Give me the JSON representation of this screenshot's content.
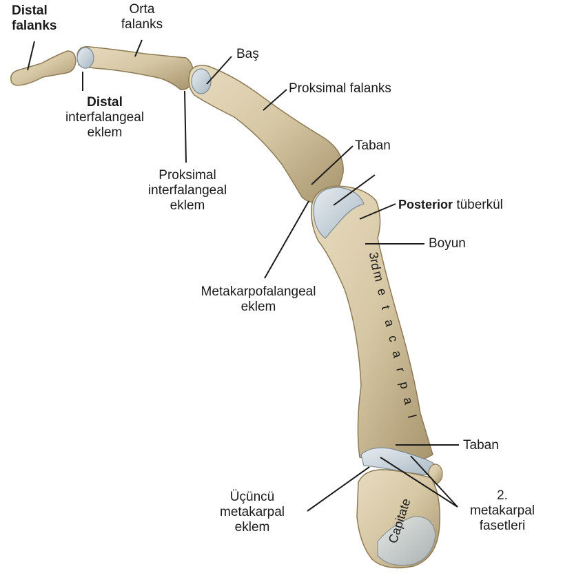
{
  "labels": {
    "distal_falanks": [
      "Distal",
      "falanks"
    ],
    "orta_falanks": [
      "Orta",
      "falanks"
    ],
    "bas": "Baş",
    "proksimal_falanks": "Proksimal falanks",
    "distal_if_eklem": [
      "Distal",
      "interfalangeal",
      "eklem"
    ],
    "taban_top": "Taban",
    "proksimal_if_eklem": [
      "Proksimal",
      "interfalangeal",
      "eklem"
    ],
    "posterior": "Posterior",
    "tuberkul": "tüberkül",
    "boyun": "Boyun",
    "mcp_eklem": [
      "Metakarpofalangeal",
      "eklem"
    ],
    "metacarpal_letters": [
      "3rd",
      "m",
      "e",
      "t",
      "a",
      "c",
      "a",
      "r",
      "p",
      "a",
      "l"
    ],
    "taban_bottom": "Taban",
    "ucuncu_eklem": [
      "Üçüncü",
      "metakarpal",
      "eklem"
    ],
    "ikinci_faset": [
      "2.",
      "metakarpal",
      "fasetleri"
    ],
    "capitate": "Capitate"
  },
  "colors": {
    "bone": "#d6c7a4",
    "bone_shadow": "#a6946c",
    "cartilage": "#c9d4dc",
    "line": "#1a1a1a"
  }
}
